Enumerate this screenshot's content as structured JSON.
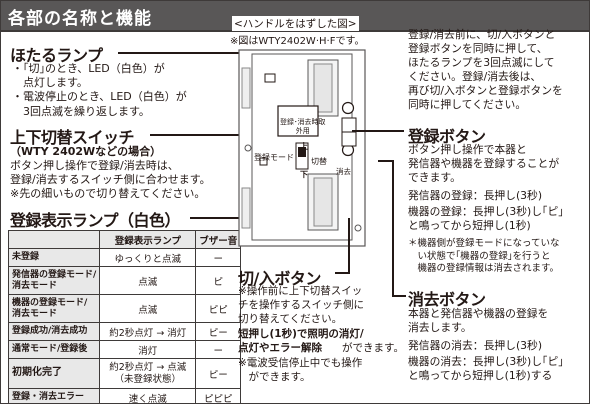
{
  "title": "各部の名称と機能",
  "diagram_caption": "<ハンドルをはずした図>",
  "diagram_note": "※図はWTY2402W·H·Fです。",
  "diagram_labels": {
    "panel": "登録･消去時取\n外用",
    "mode": "登録モード",
    "switch": "切替",
    "up": "上",
    "down": "下",
    "delete": "消去"
  },
  "hotaru": {
    "heading": "ほたるランプ",
    "body": "・｢切｣のとき、LED（白色）が\n　点灯します。\n・電波停止のとき、LED（白色）が\n　3回点滅を繰り返します。"
  },
  "joge": {
    "heading": "上下切替スイッチ",
    "sub": "（WTY 2402Wなどの場合）",
    "body": "ボタン押し操作で登録/消去時は、\n登録/消去するスイッチ側に合わせます。\n※先の細いもので切り替えてください。"
  },
  "hyoji": {
    "heading": "登録表示ランプ（白色）"
  },
  "table": {
    "headers": [
      "",
      "登録表示ランプ",
      "ブザー音"
    ],
    "rows": [
      [
        "未登録",
        "ゆっくりと点滅",
        "ー"
      ],
      [
        "発信器の登録モード/\n消去モード",
        "点滅",
        "ピ"
      ],
      [
        "機器の登録モード/\n消去モード",
        "点滅",
        "ピピ"
      ],
      [
        "登録成功/消去成功",
        "約2秒点灯 → 消灯",
        "ピー"
      ],
      [
        "通常モード/登録後",
        "消灯",
        "ー"
      ],
      [
        "初期化完了",
        "約2秒点灯 → 点滅\n（未登録状態）",
        "ピー"
      ],
      [
        "登録・消去エラー",
        "速く点滅",
        "ピピピ"
      ]
    ]
  },
  "top_right": "登録/消去前に、切/入ボタンと\n登録ボタンを同時に押して、\nほたるランプを3回点滅にして\nください。登録/消去後は、\n再び切/入ボタンと登録ボタンを\n同時に押してください。",
  "touroku": {
    "heading": "登録ボタン",
    "body": "ボタン押し操作で本器と\n発信器や機器を登録することが\nできます。",
    "line1": "発信器の登録：長押し(3秒)",
    "line2": "機器の登録：長押し(3秒)し｢ピ｣\nと鳴ってから短押し(1秒)",
    "note": "＊機器側が登録モードになっていな\n　い状態で｢機器の登録｣を行うと\n　機器の登録情報は消去されます。"
  },
  "kiri": {
    "heading": "切/入ボタン",
    "body": "※操作前に上下切替スイッ\nチを操作するスイッチ側に\n切り替えてください。",
    "bold": "短押し(1秒)で照明の消灯/\n点灯やエラー解除",
    "bold_tail": "ができます。",
    "note": "※電波受信停止中でも操作\n　ができます。"
  },
  "shokyo": {
    "heading": "消去ボタン",
    "body": "本器と発信器や機器の登録を\n消去します。",
    "line1": "発信器の消去：長押し(3秒)",
    "line2": "機器の消去：長押し(3秒)し｢ピ｣\nと鳴ってから短押し(1秒)する"
  }
}
